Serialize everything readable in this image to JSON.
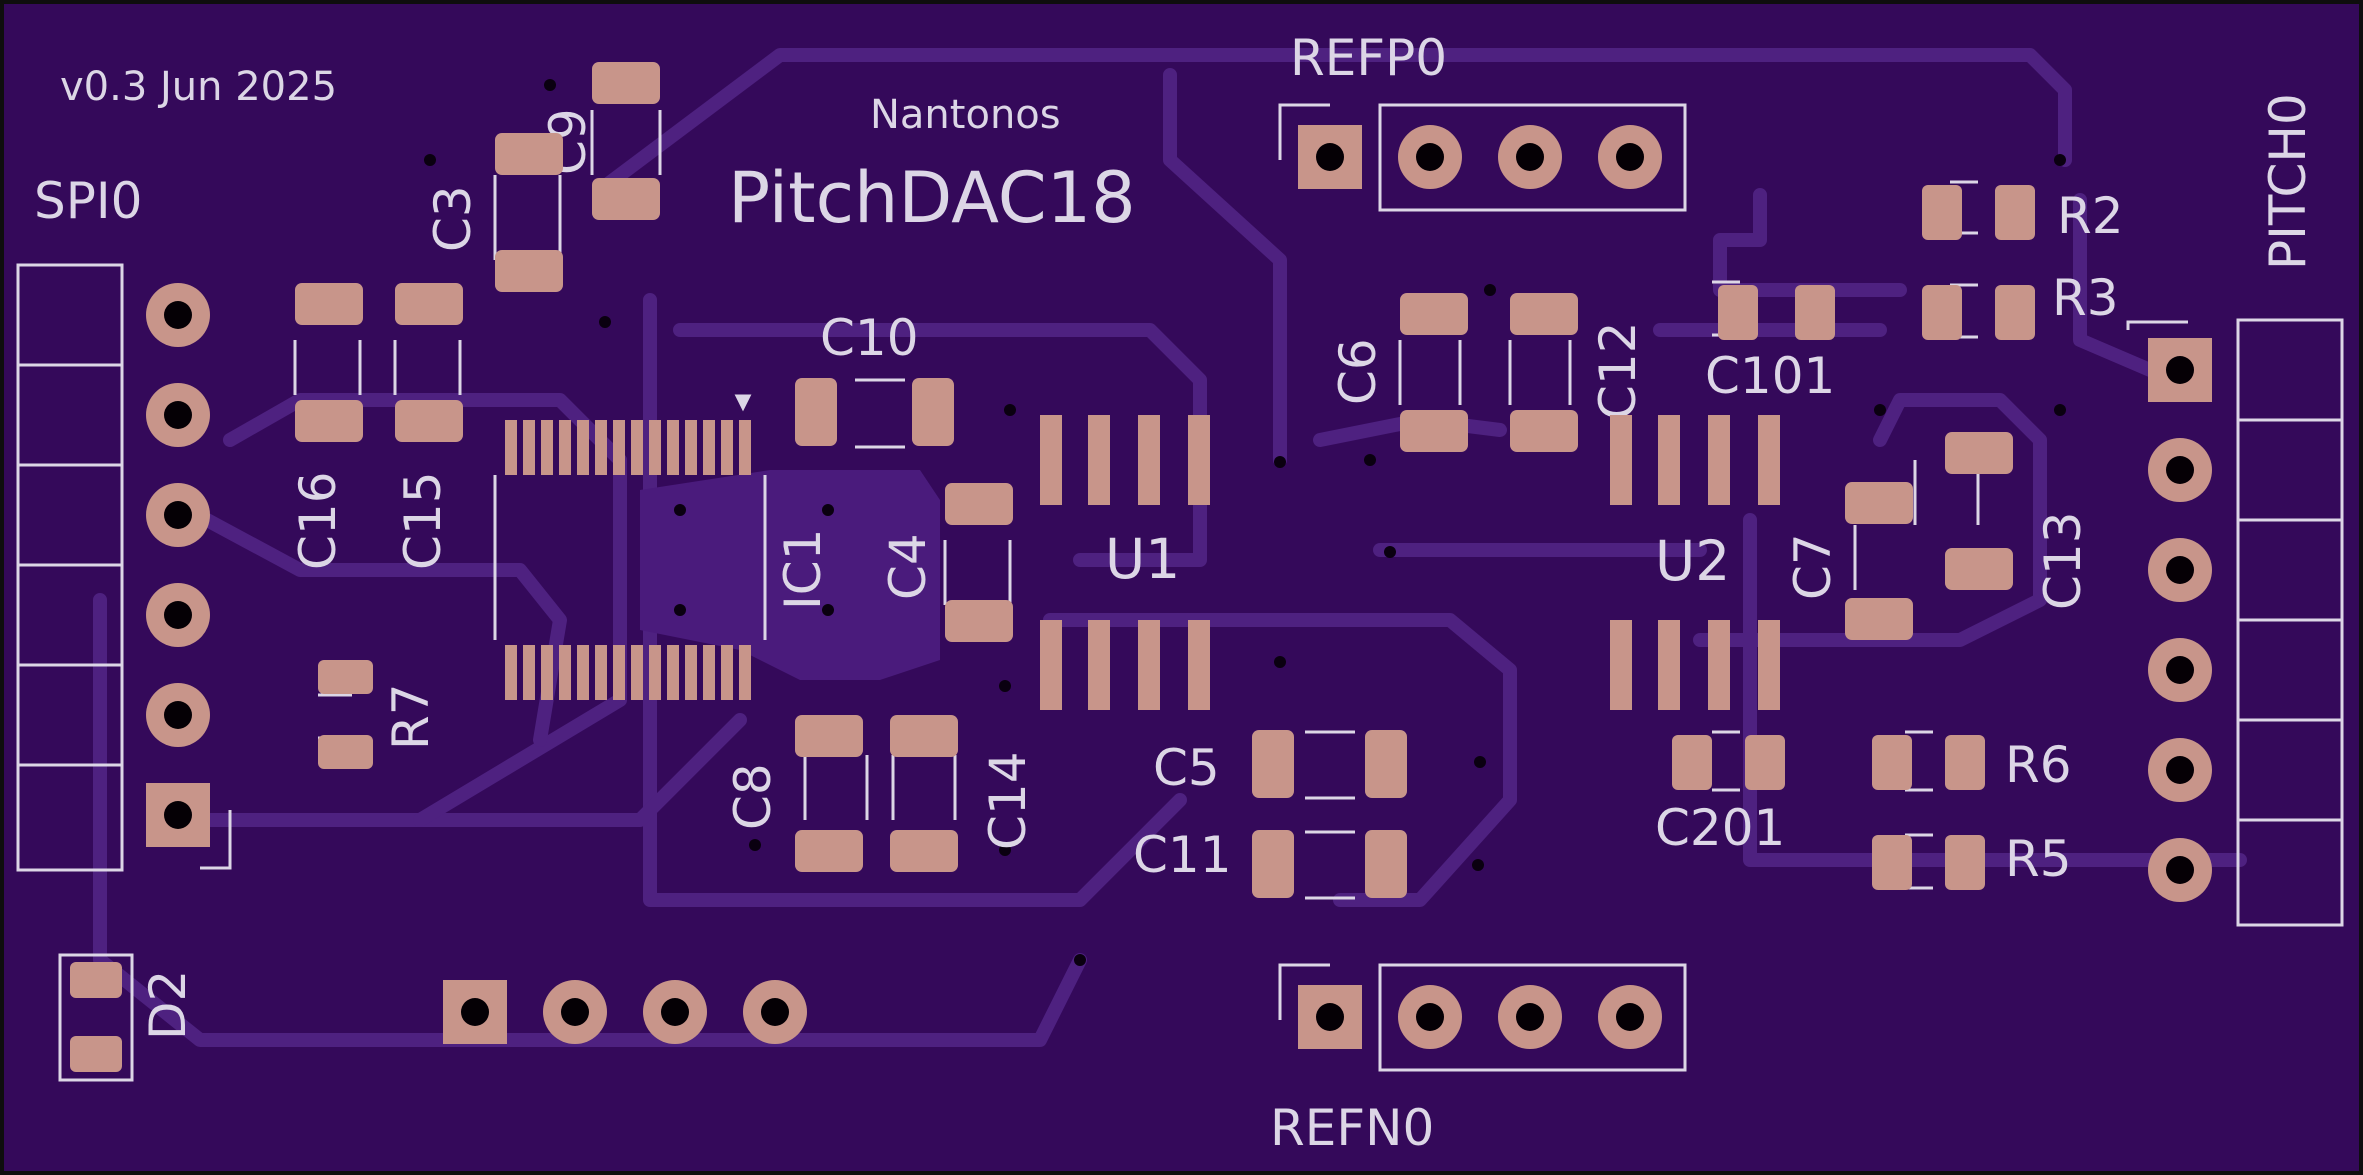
{
  "board": {
    "version": "v0.3 Jun 2025",
    "author": "Nantonos",
    "title": "PitchDAC18"
  },
  "colors": {
    "board": "#34095a",
    "trace": "#4e2180",
    "pad": "#c8958a",
    "silk": "#dcd6e6",
    "edge": "#0e0e0e"
  },
  "connectors": {
    "spi": "SPI0",
    "pitch": "PITCH0",
    "refp": "REFP0",
    "refn": "REFN0"
  },
  "ics": [
    "IC1",
    "U1",
    "U2"
  ],
  "labels": {
    "C3": "C3",
    "C9": "C9",
    "C10": "C10",
    "C4": "C4",
    "C16": "C16",
    "C15": "C15",
    "R7": "R7",
    "IC1": "IC1",
    "U1": "U1",
    "U2": "U2",
    "C6": "C6",
    "C12": "C12",
    "C101": "C101",
    "R2": "R2",
    "R3": "R3",
    "C7": "C7",
    "C13": "C13",
    "R6": "R6",
    "R5": "R5",
    "C201": "C201",
    "C5": "C5",
    "C11": "C11",
    "C8": "C8",
    "C14": "C14",
    "D2": "D2"
  }
}
